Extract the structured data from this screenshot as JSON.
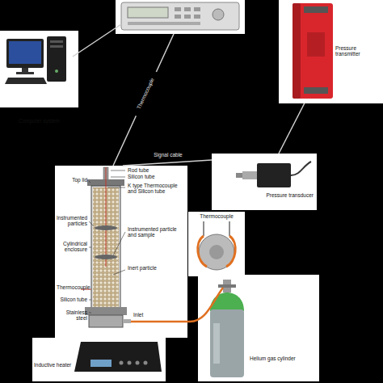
{
  "diagram": {
    "nodes": [
      {
        "text": [
          "Computer system"
        ]
      },
      {
        "text": [
          "Pressure transmitter"
        ]
      },
      {
        "text": [
          "Pressure transducer"
        ]
      },
      {
        "text": [
          "Inductive heater"
        ]
      },
      {
        "text": [
          "Helium gas cylinder"
        ]
      }
    ],
    "edges": [
      {
        "from": 1,
        "to": 2,
        "arrow": "none"
      }
    ],
    "labels": [
      "Thermocouple",
      "Signal cable",
      "Top lid",
      "Rod tube",
      "Silicon tube",
      "K type Thermocouple and Silicon tube",
      "Instrumented particles",
      "Cylindrical enclosure",
      "Instrumented particle and sample",
      "Inert particle",
      "Thermocouple",
      "Silicon tube",
      "Stainless steel",
      "Inlet",
      "Thermocouple"
    ]
  }
}
